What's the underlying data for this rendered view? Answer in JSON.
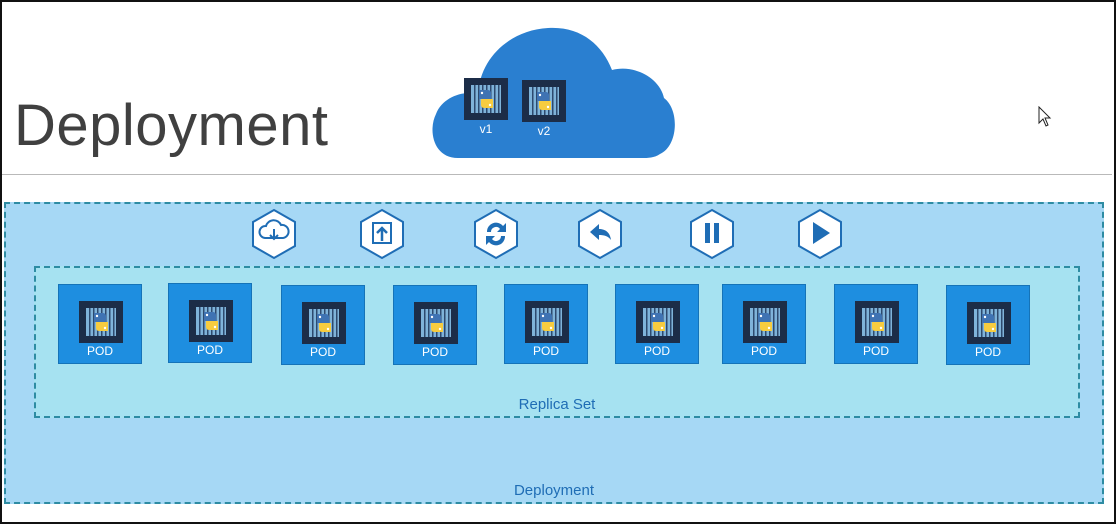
{
  "slide": {
    "title": "Deployment",
    "versions": [
      "v1",
      "v2"
    ],
    "actions": [
      {
        "name": "download-cloud-icon"
      },
      {
        "name": "upload-icon"
      },
      {
        "name": "refresh-icon"
      },
      {
        "name": "undo-icon"
      },
      {
        "name": "pause-icon"
      },
      {
        "name": "play-icon"
      }
    ],
    "pods": [
      "POD",
      "POD",
      "POD",
      "POD",
      "POD",
      "POD",
      "POD",
      "POD",
      "POD"
    ],
    "replica_set_label": "Replica Set",
    "deployment_label": "Deployment"
  },
  "colors": {
    "cloud": "#2a7fd0",
    "pod": "#1e8ee0",
    "deployment_bg": "#a6d8f5",
    "replica_bg": "#a6e2f1",
    "container": "#1c2d48",
    "python_blue": "#3f73b3",
    "python_yellow": "#f7cc3f"
  }
}
